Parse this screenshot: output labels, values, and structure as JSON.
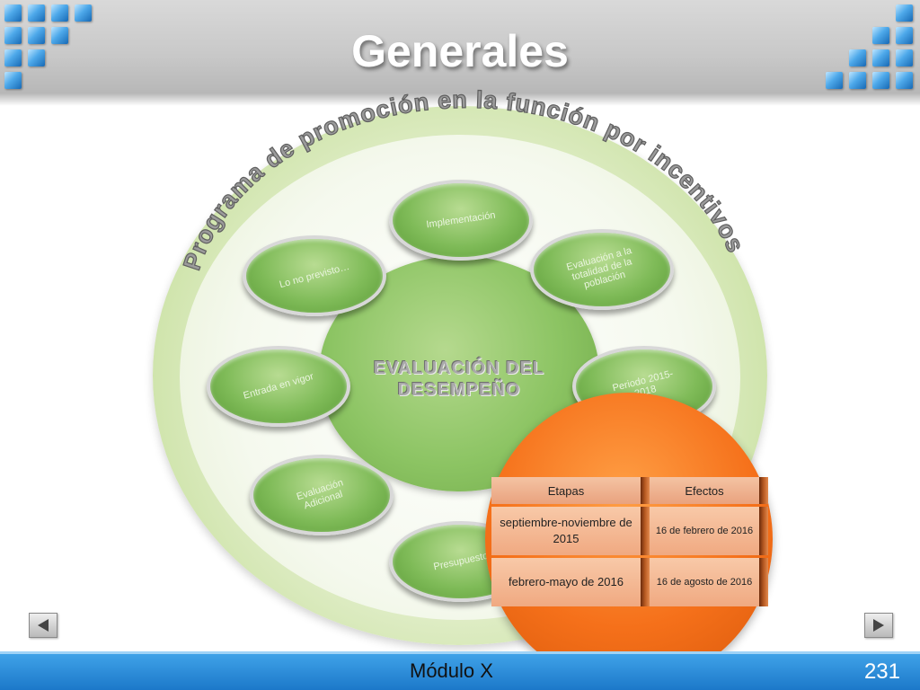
{
  "slide": {
    "title": "Generales",
    "module": "Módulo X",
    "page_number": "231"
  },
  "diagram": {
    "arc_title": "Programa de promoción en la función por incentivos",
    "center": "EVALUACIÓN DEL DESEMPEÑO",
    "items": [
      "Implementación",
      "Evaluación a la totalidad de la población",
      "Periodo 2015-2018",
      "Presupuesto",
      "Evaluación Adicional",
      "Entrada en vigor",
      "Lo no previsto…"
    ]
  },
  "table": {
    "headers": [
      "Etapas",
      "Efectos"
    ],
    "rows": [
      [
        "septiembre-noviembre de 2015",
        "16 de febrero de 2016"
      ],
      [
        "febrero-mayo de 2016",
        "16 de agosto de 2016"
      ]
    ]
  },
  "colors": {
    "accent_blue": "#1c78c9",
    "green": "#7fbb58",
    "orange": "#f5701a"
  },
  "icons": {
    "previous": "triangle-left-icon",
    "next": "triangle-right-icon"
  }
}
